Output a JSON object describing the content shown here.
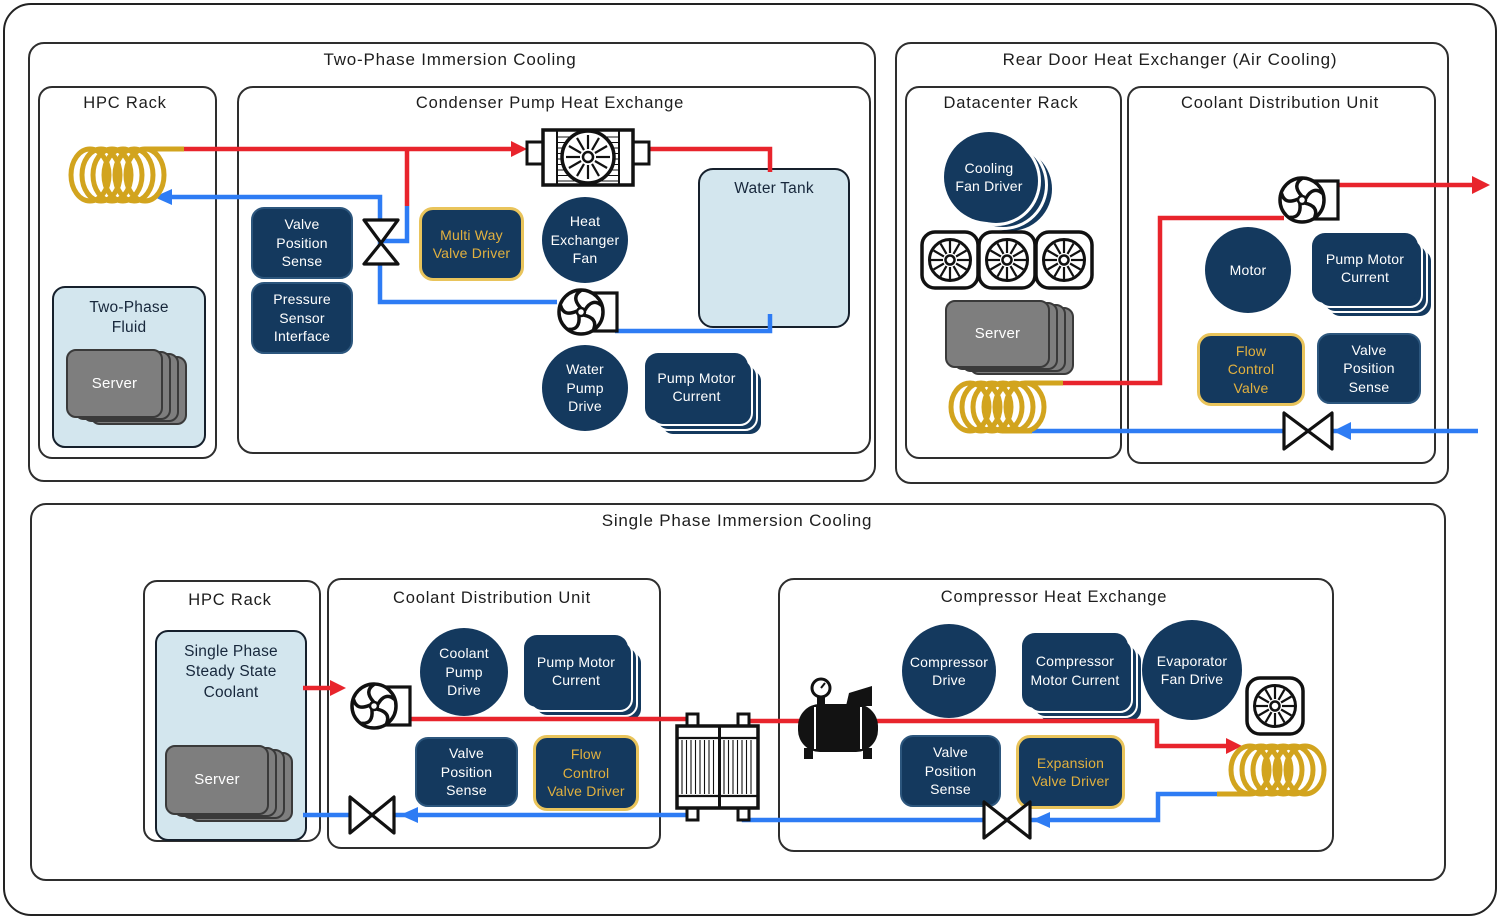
{
  "palette": {
    "navy": "#14395E",
    "gold_coil": "#D2A41E",
    "gold_text": "#E2B13F",
    "gold_border": "#E9C45B",
    "hot_line_red": "#E8242C",
    "cold_line_blue": "#2E7CF4",
    "light_blue_fill": "#D3E6EE",
    "server_gray": "#7E7E7E"
  },
  "two_phase": {
    "title": "Two-Phase Immersion Cooling",
    "hpc_rack_title": "HPC Rack",
    "fluid_box_label": "Two-Phase Fluid",
    "server_label": "Server",
    "condenser_title": "Condenser Pump Heat Exchange",
    "valve_position_sense": "Valve Position Sense",
    "pressure_sensor_interface": "Pressure Sensor Interface",
    "multi_way_valve_driver": "Multi Way Valve Driver",
    "heat_exchanger_fan": "Heat Exchanger Fan",
    "water_tank_label": "Water Tank",
    "water_pump_drive": "Water Pump Drive",
    "pump_motor_current": "Pump Motor Current"
  },
  "rear_door": {
    "title": "Rear Door Heat Exchanger (Air Cooling)",
    "datacenter_rack_title": "Datacenter Rack",
    "cooling_fan_driver": "Cooling Fan Driver",
    "server_label": "Server",
    "cdu_title": "Coolant Distribution Unit",
    "motor": "Motor",
    "pump_motor_current": "Pump Motor Current",
    "flow_control_valve": "Flow Control Valve",
    "valve_position_sense": "Valve Position Sense"
  },
  "single_phase": {
    "title": "Single Phase Immersion Cooling",
    "hpc_rack_title": "HPC Rack",
    "coolant_box_label": "Single Phase Steady State Coolant",
    "server_label": "Server",
    "cdu_title": "Coolant Distribution Unit",
    "coolant_pump_drive": "Coolant Pump Drive",
    "pump_motor_current": "Pump Motor Current",
    "valve_position_sense": "Valve Position Sense",
    "flow_control_valve_driver": "Flow Control Valve Driver",
    "compressor_title": "Compressor Heat Exchange",
    "compressor_drive": "Compressor Drive",
    "compressor_motor_current": "Compressor Motor Current",
    "evaporator_fan_drive": "Evaporator Fan Drive",
    "expansion_valve_driver": "Expansion Valve Driver"
  }
}
